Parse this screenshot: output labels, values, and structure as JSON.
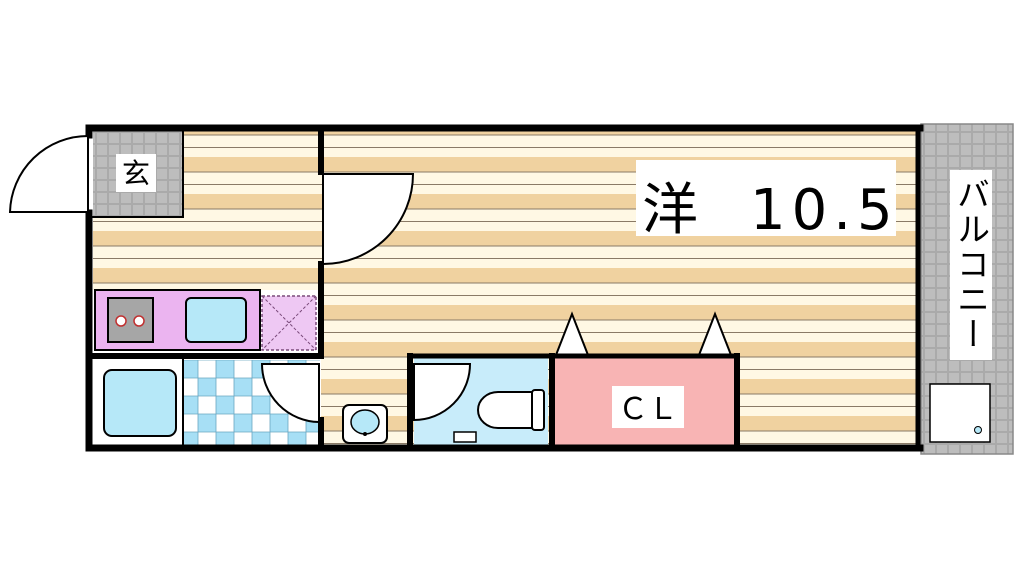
{
  "floorplan": {
    "rooms": {
      "western_room": {
        "label": "洋",
        "size": "10.5"
      },
      "entrance": {
        "label": "玄"
      },
      "balcony": {
        "label": "バルコニー"
      },
      "closet": {
        "label": "ＣＬ"
      }
    },
    "colors": {
      "floor_stripe_a": "#f0d2a0",
      "floor_stripe_b": "#fff8e4",
      "kitchen": "#ebb4f0",
      "bath": "#b6e8f8",
      "toilet_room": "#c8ecfa",
      "closet": "#f8b4b4",
      "tile_gray": "#aaaaaa",
      "wall": "#000000"
    }
  }
}
